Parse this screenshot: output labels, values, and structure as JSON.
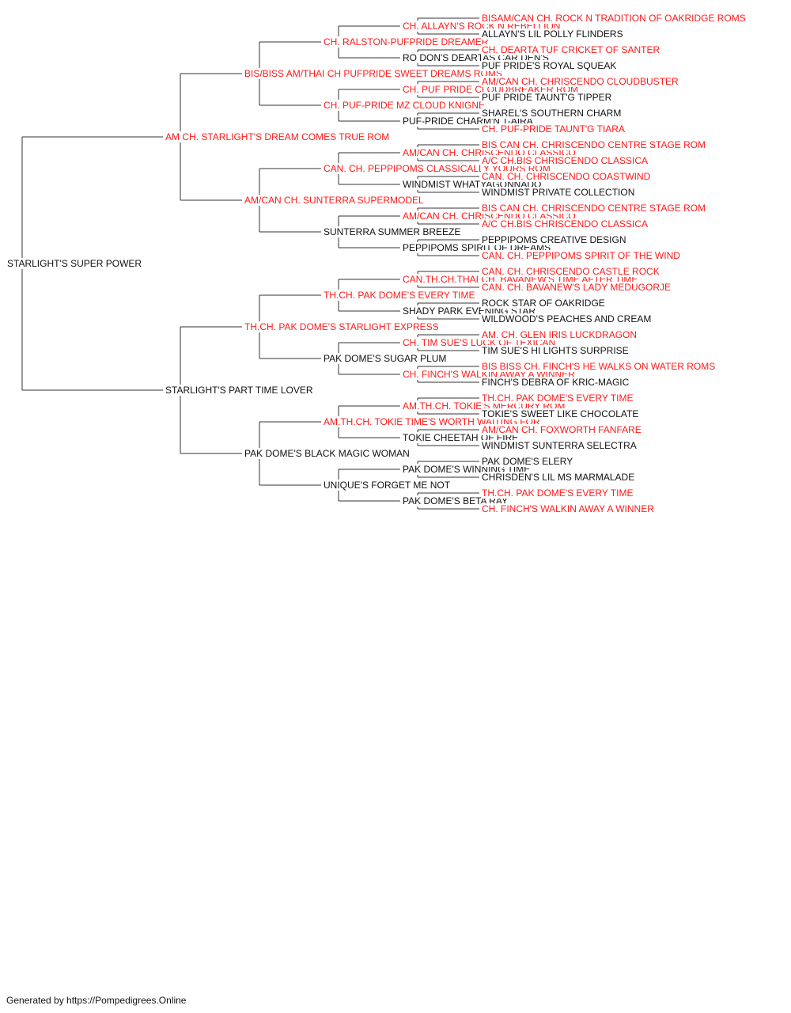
{
  "colors": {
    "champion": "#ff1a1a",
    "regular": "#111111",
    "line": "#333333"
  },
  "pedigree": {
    "name": "STARLIGHT'S SUPER POWER",
    "champion": false,
    "sire": {
      "name": "AM CH. STARLIGHT'S DREAM COMES TRUE ROM",
      "champion": true,
      "sire": {
        "name": "BIS/BISS AM/THAI CH PUFPRIDE SWEET DREAMS ROMS",
        "champion": true,
        "sire": {
          "name": "CH. RALSTON-PUFPRIDE DREAMER",
          "champion": true,
          "sire": {
            "name": "CH. ALLAYN'S ROCK N REBELLION",
            "champion": true,
            "sire": {
              "name": "BISAM/CAN CH. ROCK N TRADITION OF OAKRIDGE ROMS",
              "champion": true
            },
            "dam": {
              "name": "ALLAYN'S LIL POLLY FLINDERS",
              "champion": false
            }
          },
          "dam": {
            "name": "RO DON'S DEARTAS CAR DEN'S",
            "champion": false,
            "sire": {
              "name": "CH. DEARTA TUF CRICKET OF SANTER",
              "champion": true
            },
            "dam": {
              "name": "PUF PRIDE'S ROYAL SQUEAK",
              "champion": false
            }
          }
        },
        "dam": {
          "name": "CH. PUF-PRIDE MZ CLOUD KNIGNE",
          "champion": true,
          "sire": {
            "name": "CH. PUF PRIDE CLOUDBREAKER ROM",
            "champion": true,
            "sire": {
              "name": "AM/CAN CH. CHRISCENDO CLOUDBUSTER",
              "champion": true
            },
            "dam": {
              "name": "PUF PRIDE TAUNT'G TIPPER",
              "champion": false
            }
          },
          "dam": {
            "name": "PUF-PRIDE CHARM'N T-AIRA",
            "champion": false,
            "sire": {
              "name": "SHAREL'S SOUTHERN CHARM",
              "champion": false
            },
            "dam": {
              "name": "CH. PUF-PRIDE TAUNT'G TIARA",
              "champion": true
            }
          }
        }
      },
      "dam": {
        "name": "AM/CAN CH. SUNTERRA SUPERMODEL",
        "champion": true,
        "sire": {
          "name": "CAN. CH. PEPPIPOMS CLASSICALLY YOURS ROM",
          "champion": true,
          "sire": {
            "name": "AM/CAN CH. CHRISCENDO CLASSICO",
            "champion": true,
            "sire": {
              "name": "BIS CAN CH. CHRISCENDO CENTRE STAGE ROM",
              "champion": true
            },
            "dam": {
              "name": "A/C CH.BIS CHRISCENDO CLASSICA",
              "champion": true
            }
          },
          "dam": {
            "name": "WINDMIST WHATYAGONNADO",
            "champion": false,
            "sire": {
              "name": "CAN. CH. CHRISCENDO COASTWIND",
              "champion": true
            },
            "dam": {
              "name": "WINDMIST PRIVATE COLLECTION",
              "champion": false
            }
          }
        },
        "dam": {
          "name": "SUNTERRA SUMMER BREEZE",
          "champion": false,
          "sire": {
            "name": "AM/CAN CH. CHRISCENDO CLASSICO",
            "champion": true,
            "sire": {
              "name": "BIS CAN CH. CHRISCENDO CENTRE STAGE ROM",
              "champion": true
            },
            "dam": {
              "name": "A/C CH.BIS CHRISCENDO CLASSICA",
              "champion": true
            }
          },
          "dam": {
            "name": "PEPPIPOMS SPIRIT OF DREAMS",
            "champion": false,
            "sire": {
              "name": "PEPPIPOMS CREATIVE DESIGN",
              "champion": false
            },
            "dam": {
              "name": "CAN. CH. PEPPIPOMS SPIRIT OF THE WIND",
              "champion": true
            }
          }
        }
      }
    },
    "dam": {
      "name": "STARLIGHT'S PART TIME LOVER",
      "champion": false,
      "sire": {
        "name": "TH.CH. PAK DOME'S STARLIGHT EXPRESS",
        "champion": true,
        "sire": {
          "name": "TH.CH. PAK DOME'S EVERY TIME",
          "champion": true,
          "sire": {
            "name": "CAN.TH.CH.THAI CH. BAVANEW'S TIME AFTER TIME",
            "champion": true,
            "sire": {
              "name": "CAN. CH. CHRISCENDO CASTLE ROCK",
              "champion": true
            },
            "dam": {
              "name": "CAN. CH. BAVANEW'S LADY MEDUGORJE",
              "champion": true
            }
          },
          "dam": {
            "name": "SHADY PARK EVENING STAR",
            "champion": false,
            "sire": {
              "name": "ROCK STAR OF OAKRIDGE",
              "champion": false
            },
            "dam": {
              "name": "WILDWOOD'S PEACHES AND CREAM",
              "champion": false
            }
          }
        },
        "dam": {
          "name": "PAK DOME'S SUGAR PLUM",
          "champion": false,
          "sire": {
            "name": "CH. TIM SUE'S LUCK OF TEXICAN",
            "champion": true,
            "sire": {
              "name": "AM. CH. GLEN IRIS LUCKDRAGON",
              "champion": true
            },
            "dam": {
              "name": "TIM SUE'S HI LIGHTS SURPRISE",
              "champion": false
            }
          },
          "dam": {
            "name": "CH. FINCH'S WALKIN AWAY A WINNER",
            "champion": true,
            "sire": {
              "name": "BIS BISS CH. FINCH'S HE WALKS ON WATER ROMS",
              "champion": true
            },
            "dam": {
              "name": "FINCH'S DEBRA OF KRIC-MAGIC",
              "champion": false
            }
          }
        }
      },
      "dam": {
        "name": "PAK DOME'S BLACK MAGIC WOMAN",
        "champion": false,
        "sire": {
          "name": "AM.TH.CH. TOKIE TIME'S WORTH WAITING FOR",
          "champion": true,
          "sire": {
            "name": "AM.TH.CH. TOKIE'S MERCURY ROM",
            "champion": true,
            "sire": {
              "name": "TH.CH. PAK DOME'S EVERY TIME",
              "champion": true
            },
            "dam": {
              "name": "TOKIE'S SWEET LIKE CHOCOLATE",
              "champion": false
            }
          },
          "dam": {
            "name": "TOKIE CHEETAH OF FIRE",
            "champion": false,
            "sire": {
              "name": "AM/CAN CH. FOXWORTH FANFARE",
              "champion": true
            },
            "dam": {
              "name": "WINDMIST SUNTERRA SELECTRA",
              "champion": false
            }
          }
        },
        "dam": {
          "name": "UNIQUE'S FORGET ME NOT",
          "champion": false,
          "sire": {
            "name": "PAK DOME'S WINNING TIME",
            "champion": false,
            "sire": {
              "name": "PAK DOME'S ELERY",
              "champion": false
            },
            "dam": {
              "name": "CHRISDEN'S LIL MS MARMALADE",
              "champion": false
            }
          },
          "dam": {
            "name": "PAK DOME'S BETA RAY",
            "champion": false,
            "sire": {
              "name": "TH.CH. PAK DOME'S EVERY TIME",
              "champion": true
            },
            "dam": {
              "name": "CH. FINCH'S WALKIN AWAY A WINNER",
              "champion": true
            }
          }
        }
      }
    }
  },
  "footer": {
    "text": "Generated by https://Pompedigrees.Online"
  }
}
